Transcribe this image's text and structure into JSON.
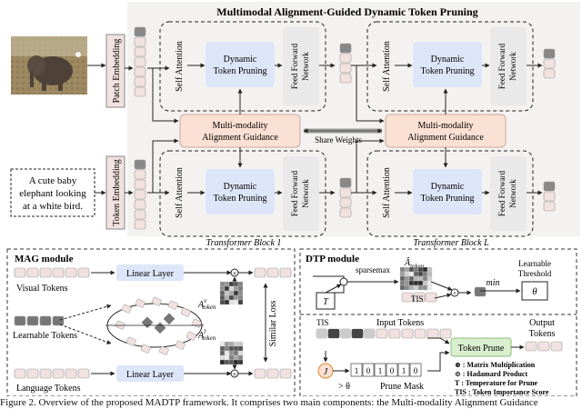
{
  "top": {
    "title": "Multimodal Alignment-Guided Dynamic Token Pruning",
    "patch_embedding": "Patch Embedding",
    "token_embedding": "Token Embedding",
    "caption_text": [
      "A cute baby",
      "elephant looking",
      "at a white bird."
    ],
    "self_attention": "Self Attention",
    "dtp_lines": [
      "Dynamic",
      "Token Pruning"
    ],
    "ffn_lines": [
      "Feed Forward",
      "Network"
    ],
    "mag_lines": [
      "Multi-modality",
      "Alignment Guidance"
    ],
    "share_weights": "Share Weights",
    "block1": "Transformer Block 1",
    "blockL": "Transformer Block L"
  },
  "mag": {
    "title": "MAG module",
    "visual_tokens": "Visual Tokens",
    "learnable_tokens": "Learnable Tokens",
    "language_tokens": "Language Tokens",
    "linear_layer": "Linear Layer",
    "similar_loss": "Similar Loss",
    "a_v_base": "A",
    "a_v_sup": "v",
    "a_l_base": "A",
    "a_l_sup": "l",
    "a_sub": "token"
  },
  "dtp": {
    "title": "DTP module",
    "sparsemax": "sparsemax",
    "a_hat_base": "Â",
    "a_hat_sub": "token",
    "t_symbol": "T",
    "tis": "TIS",
    "min": "min",
    "learnable_threshold": [
      "Learnable",
      "Threshold"
    ],
    "theta": "θ",
    "tis2": "TIS",
    "input_tokens": "Input Tokens",
    "output_tokens": [
      "Output",
      "Tokens"
    ],
    "token_prune": "Token Prune",
    "prune_mask": "Prune Mask",
    "mask_bits": [
      "1",
      "0",
      "1",
      "0",
      "1",
      "0"
    ],
    "gt_theta": "> θ",
    "legend": [
      "⊗ : Matrix Multiplication",
      "⊙ : Hadamard Product",
      "T : Temperature for Prune",
      "TIS : Token Importance Score"
    ]
  },
  "caption": "Figure 2. Overview of the proposed MADTP framework. It comprises two main components: the Multi-modality Alignment Guidance",
  "colors": {
    "token_fill": "#f2e2df",
    "dtp_fill": "#dde6f8",
    "mag_fill": "#fbe0d4",
    "ffn_fill": "#e9e9e9",
    "top_bg": "#f4f2f0",
    "prune_fill": "#d9efcf"
  }
}
